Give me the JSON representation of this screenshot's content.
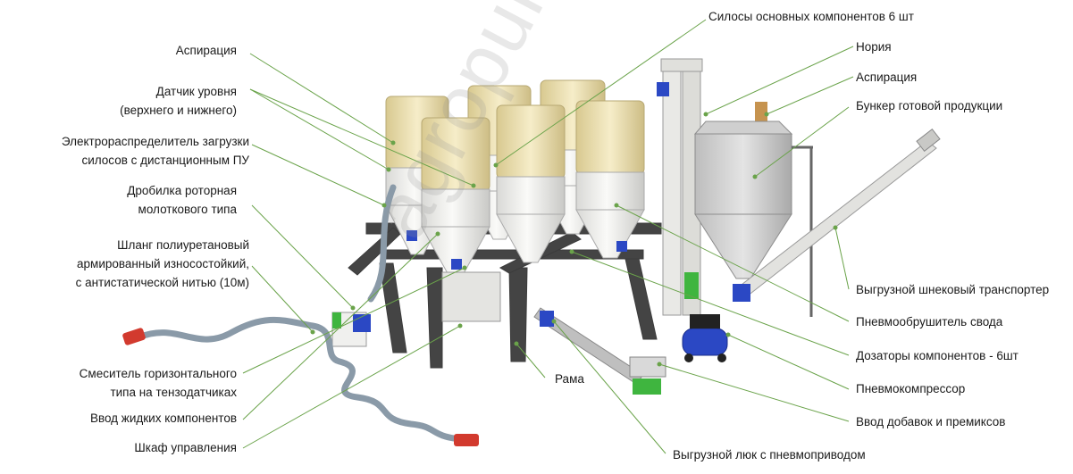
{
  "labels_left": {
    "aspiration": "Аспирация",
    "level_sensor_1": "Датчик уровня",
    "level_sensor_2": "(верхнего и нижнего)",
    "distributor_1": "Электрораспределитель загрузки",
    "distributor_2": "силосов с дистанционным ПУ",
    "crusher_1": "Дробилка роторная",
    "crusher_2": "молоткового типа",
    "hose_1": "Шланг полиуретановый",
    "hose_2": "армированный износостойкий,",
    "hose_3": "с антистатической нитью (10м)",
    "mixer_1": "Смеситель горизонтального",
    "mixer_2": "типа на тензодатчиках",
    "liquid_input": "Ввод жидких компонентов",
    "control_cabinet": "Шкаф управления"
  },
  "labels_right": {
    "main_silos": "Силосы основных компонентов 6 шт",
    "elevator": "Нория",
    "aspiration": "Аспирация",
    "product_bunker": "Бункер готовой продукции",
    "screw_conveyor": "Выгрузной шнековый транспортер",
    "arch_breaker": "Пневмообрушитель свода",
    "dosers": "Дозаторы компонентов - 6шт",
    "compressor": "Пневмокомпрессор",
    "additives_input": "Ввод добавок и премиксов"
  },
  "labels_center": {
    "frame": "Рама",
    "unload_hatch": "Выгрузной люк с пневмоприводом"
  },
  "watermark": "agropuls.com",
  "colors": {
    "leader_line": "#6aa34a",
    "silo_cap": "#efe3b8",
    "silo_body": "#f2f2f0",
    "frame": "#3c3c3c",
    "motor": "#2b48c4",
    "hose": "#8a9aa8",
    "hose_end": "#d23a2e",
    "green_part": "#3fb53f"
  }
}
